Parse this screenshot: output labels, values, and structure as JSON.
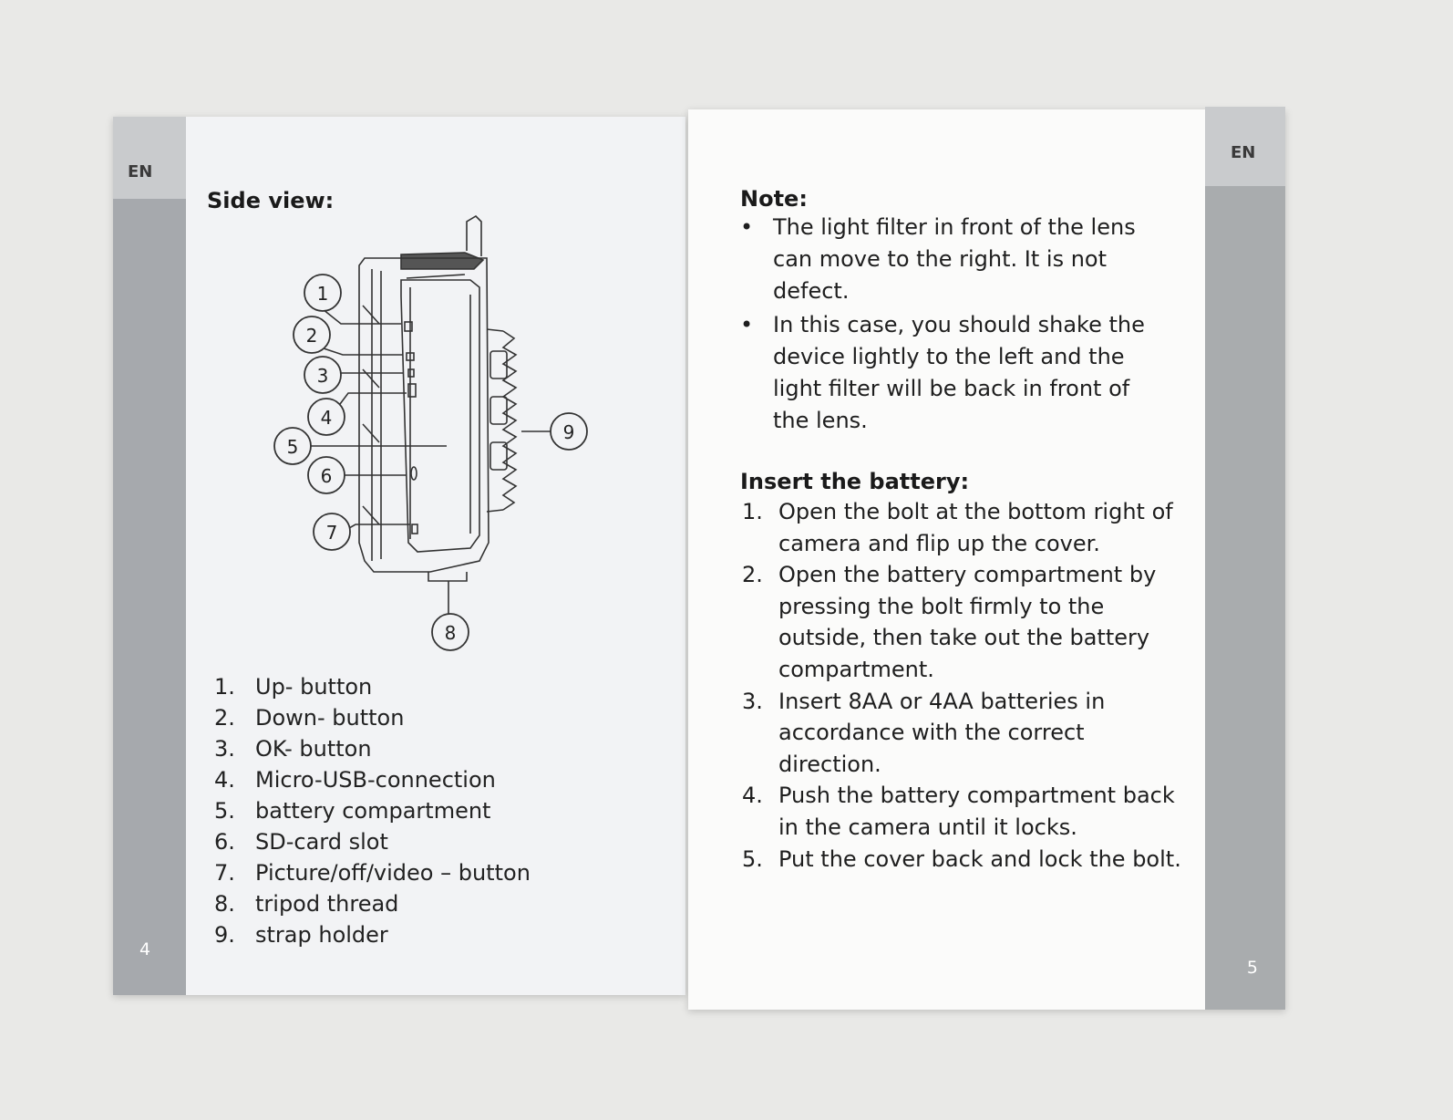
{
  "left_page": {
    "lang_tab": "EN",
    "page_number": "4",
    "heading": "Side view:",
    "callout_labels": [
      "1",
      "2",
      "3",
      "4",
      "5",
      "6",
      "7",
      "8",
      "9"
    ],
    "legend": [
      {
        "num": "1.",
        "text": "Up- button"
      },
      {
        "num": "2.",
        "text": "Down- button"
      },
      {
        "num": "3.",
        "text": "OK- button"
      },
      {
        "num": "4.",
        "text": "Micro-USB-connection"
      },
      {
        "num": "5.",
        "text": "battery compartment"
      },
      {
        "num": "6.",
        "text": "SD-card slot"
      },
      {
        "num": "7.",
        "text": "Picture/off/video – button"
      },
      {
        "num": "8.",
        "text": "tripod thread"
      },
      {
        "num": "9.",
        "text": "strap holder"
      }
    ]
  },
  "right_page": {
    "lang_tab": "EN",
    "page_number": "5",
    "note_heading": "Note:",
    "bullet": "•",
    "notes": [
      "The light filter in front of the lens can move to the right. It is not defect.",
      "In this case, you should shake the device lightly to the left and the light filter will be back in front of the lens."
    ],
    "battery_heading": "Insert the battery:",
    "battery_steps": [
      {
        "num": "1.",
        "text": "Open the bolt at the bottom right of camera and flip up the cover."
      },
      {
        "num": "2.",
        "text": "Open the battery compartment by pressing the bolt firmly to the outside, then take out the battery compartment."
      },
      {
        "num": "3.",
        "text": "Insert 8AA or 4AA batteries in accordance with the correct direction."
      },
      {
        "num": "4.",
        "text": "Push the battery compartment back in the camera until it locks."
      },
      {
        "num": "5.",
        "text": "Put the cover back and lock the bolt."
      }
    ]
  },
  "colors": {
    "background": "#e9e9e7",
    "gray_band": "#a6a9ad",
    "tab_gray": "#c9cbcd",
    "paper": "#f2f3f5"
  }
}
